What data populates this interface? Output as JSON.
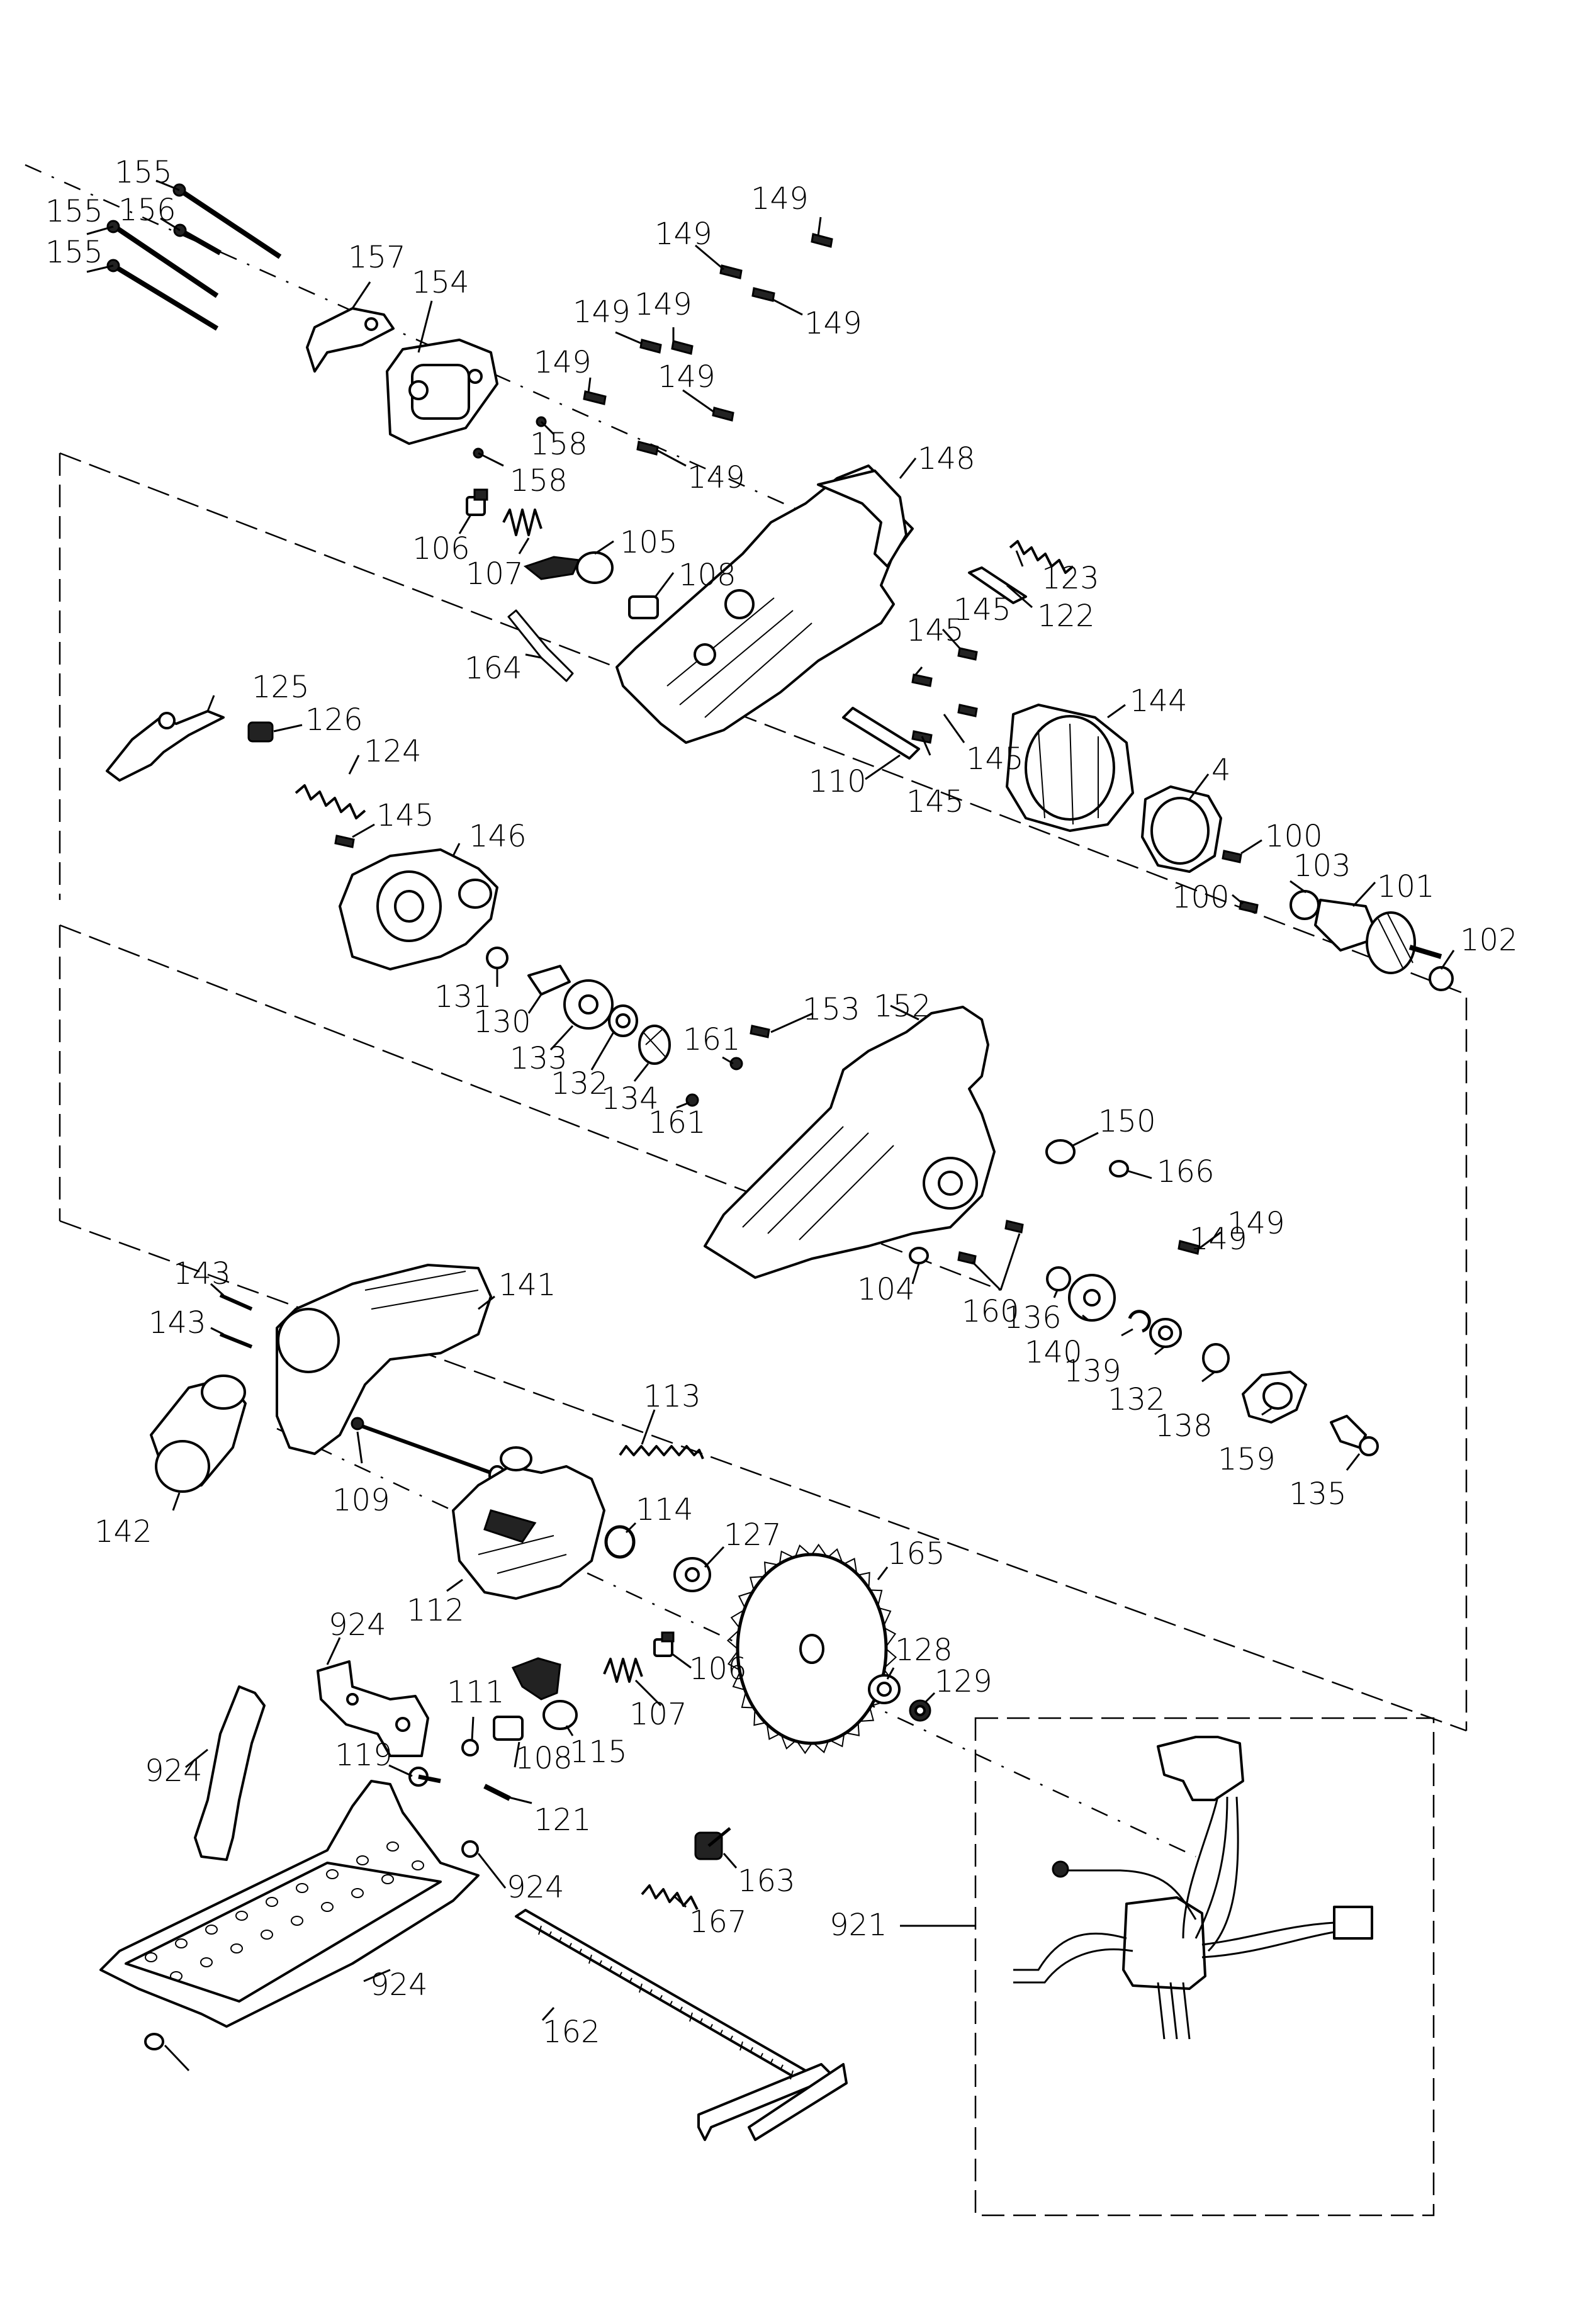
{
  "diagram": {
    "callouts": [
      "155",
      "156",
      "155",
      "155",
      "157",
      "154",
      "158",
      "158",
      "149",
      "149",
      "149",
      "149",
      "149",
      "149",
      "149",
      "149",
      "149",
      "148",
      "106",
      "107",
      "105",
      "108",
      "164",
      "123",
      "122",
      "145",
      "145",
      "145",
      "145",
      "144",
      "110",
      "125",
      "126",
      "124",
      "145",
      "146",
      "4",
      "100",
      "100",
      "103",
      "101",
      "102",
      "131",
      "130",
      "133",
      "132",
      "134",
      "161",
      "161",
      "153",
      "152",
      "150",
      "166",
      "149",
      "104",
      "160",
      "136",
      "140",
      "139",
      "132",
      "138",
      "159",
      "135",
      "143",
      "143",
      "141",
      "142",
      "113",
      "109",
      "114",
      "127",
      "112",
      "165",
      "924",
      "111",
      "106",
      "107",
      "128",
      "129",
      "115",
      "108",
      "119",
      "121",
      "924",
      "163",
      "167",
      "921",
      "924",
      "162",
      "924"
    ]
  }
}
